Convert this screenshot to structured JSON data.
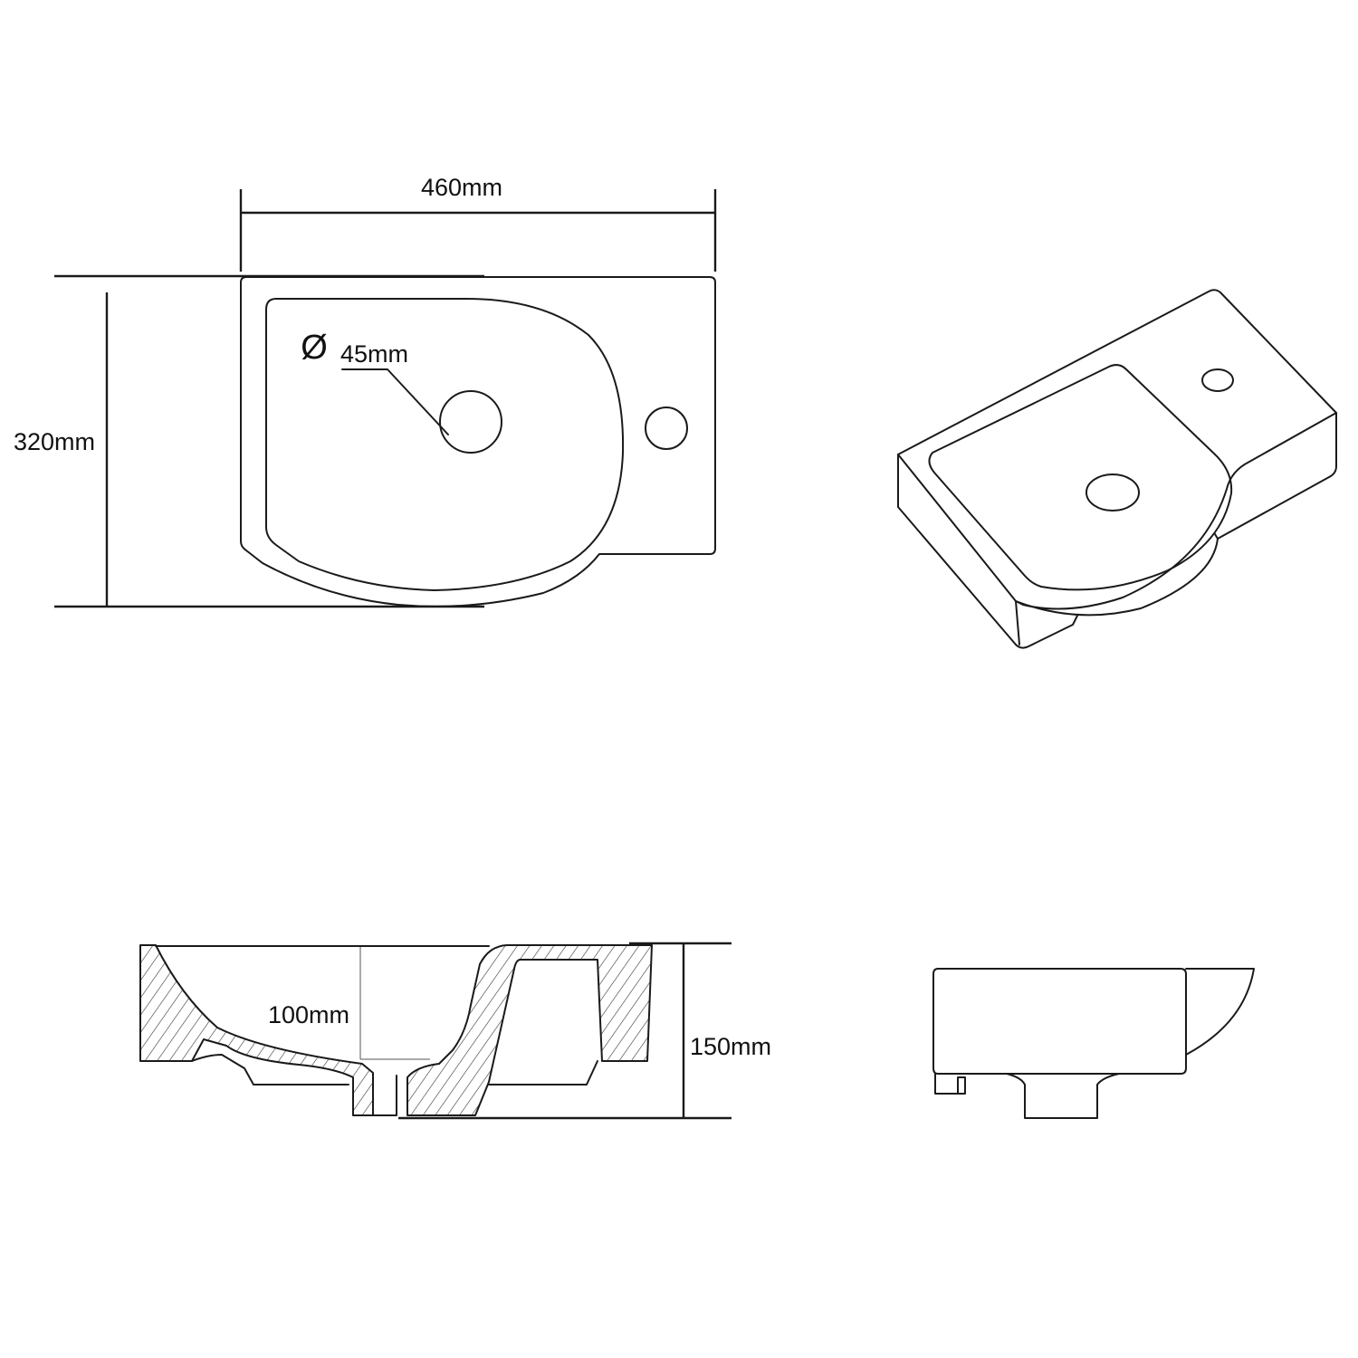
{
  "dimensions": {
    "width": "460mm",
    "depth": "320mm",
    "drain_diameter": "45mm",
    "basin_depth": "100mm",
    "total_height": "150mm"
  },
  "symbols": {
    "diameter": "Ø"
  }
}
